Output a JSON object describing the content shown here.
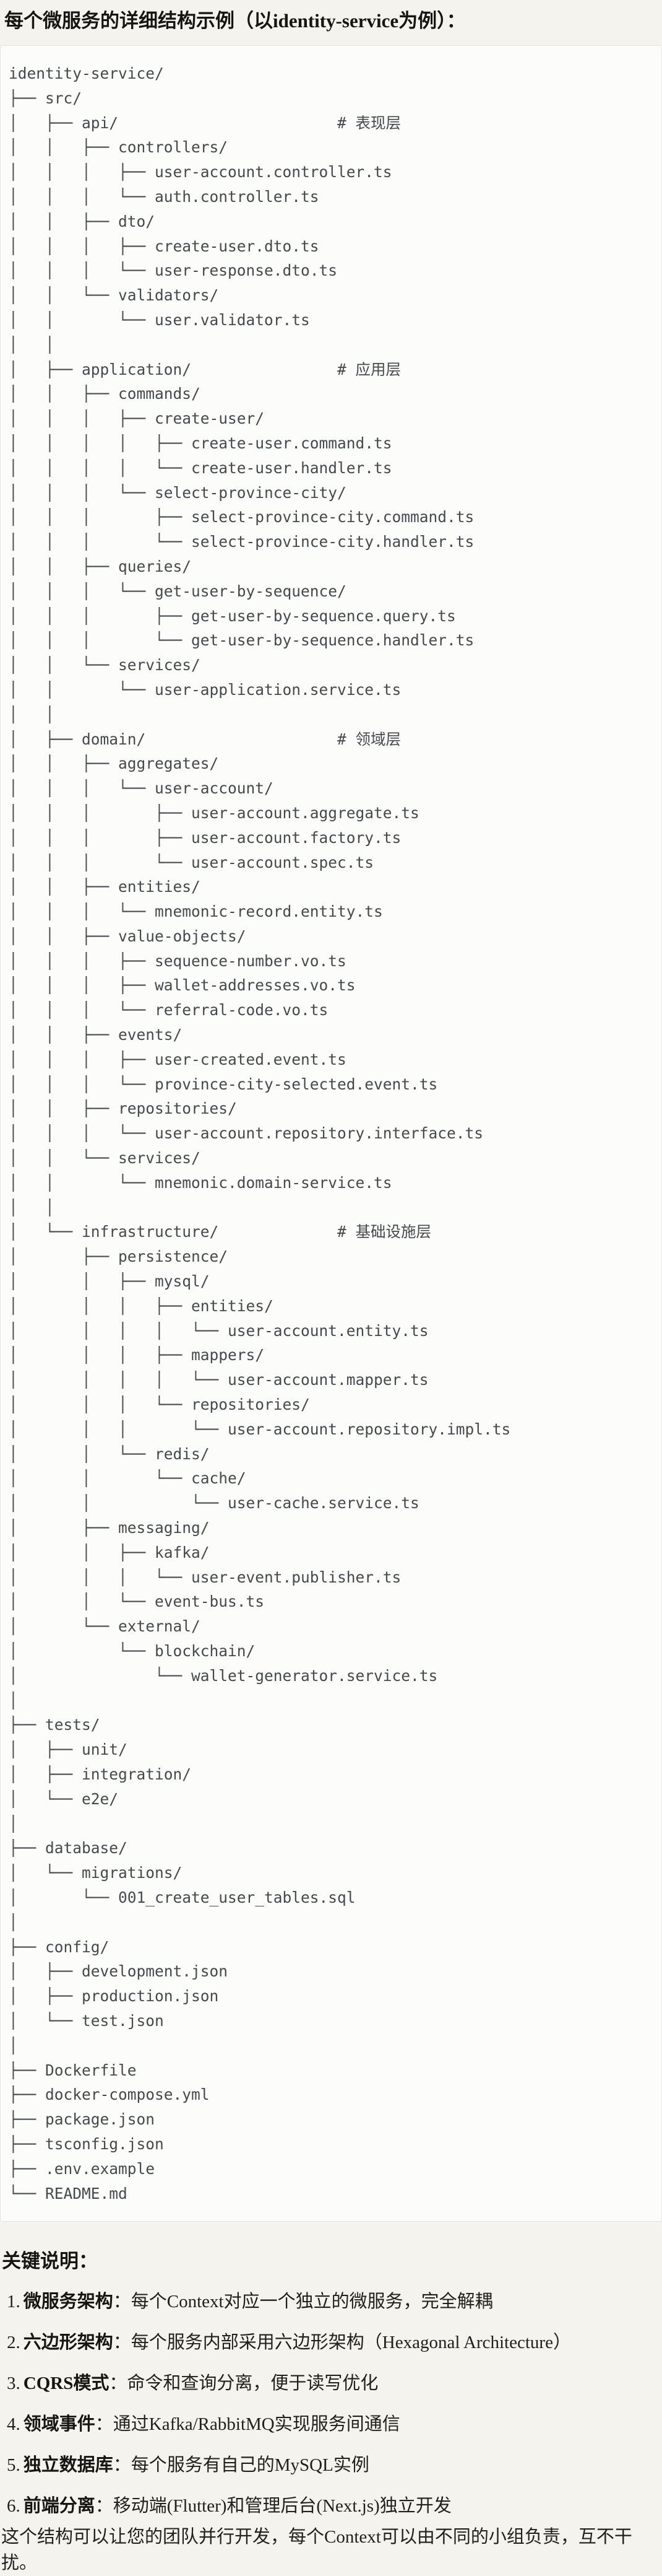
{
  "page": {
    "title": "每个微服务的详细结构示例（以identity-service为例）："
  },
  "tree": {
    "lines": [
      "identity-service/",
      "├── src/",
      "│   ├── api/                        # 表现层",
      "│   │   ├── controllers/",
      "│   │   │   ├── user-account.controller.ts",
      "│   │   │   └── auth.controller.ts",
      "│   │   ├── dto/",
      "│   │   │   ├── create-user.dto.ts",
      "│   │   │   └── user-response.dto.ts",
      "│   │   └── validators/",
      "│   │       └── user.validator.ts",
      "│   │",
      "│   ├── application/                # 应用层",
      "│   │   ├── commands/",
      "│   │   │   ├── create-user/",
      "│   │   │   │   ├── create-user.command.ts",
      "│   │   │   │   └── create-user.handler.ts",
      "│   │   │   └── select-province-city/",
      "│   │   │       ├── select-province-city.command.ts",
      "│   │   │       └── select-province-city.handler.ts",
      "│   │   ├── queries/",
      "│   │   │   └── get-user-by-sequence/",
      "│   │   │       ├── get-user-by-sequence.query.ts",
      "│   │   │       └── get-user-by-sequence.handler.ts",
      "│   │   └── services/",
      "│   │       └── user-application.service.ts",
      "│   │",
      "│   ├── domain/                     # 领域层",
      "│   │   ├── aggregates/",
      "│   │   │   └── user-account/",
      "│   │   │       ├── user-account.aggregate.ts",
      "│   │   │       ├── user-account.factory.ts",
      "│   │   │       └── user-account.spec.ts",
      "│   │   ├── entities/",
      "│   │   │   └── mnemonic-record.entity.ts",
      "│   │   ├── value-objects/",
      "│   │   │   ├── sequence-number.vo.ts",
      "│   │   │   ├── wallet-addresses.vo.ts",
      "│   │   │   └── referral-code.vo.ts",
      "│   │   ├── events/",
      "│   │   │   ├── user-created.event.ts",
      "│   │   │   └── province-city-selected.event.ts",
      "│   │   ├── repositories/",
      "│   │   │   └── user-account.repository.interface.ts",
      "│   │   └── services/",
      "│   │       └── mnemonic.domain-service.ts",
      "│   │",
      "│   └── infrastructure/             # 基础设施层",
      "│       ├── persistence/",
      "│       │   ├── mysql/",
      "│       │   │   ├── entities/",
      "│       │   │   │   └── user-account.entity.ts",
      "│       │   │   ├── mappers/",
      "│       │   │   │   └── user-account.mapper.ts",
      "│       │   │   └── repositories/",
      "│       │   │       └── user-account.repository.impl.ts",
      "│       │   └── redis/",
      "│       │       └── cache/",
      "│       │           └── user-cache.service.ts",
      "│       ├── messaging/",
      "│       │   ├── kafka/",
      "│       │   │   └── user-event.publisher.ts",
      "│       │   └── event-bus.ts",
      "│       └── external/",
      "│           └── blockchain/",
      "│               └── wallet-generator.service.ts",
      "│",
      "├── tests/",
      "│   ├── unit/",
      "│   ├── integration/",
      "│   └── e2e/",
      "│",
      "├── database/",
      "│   └── migrations/",
      "│       └── 001_create_user_tables.sql",
      "│",
      "├── config/",
      "│   ├── development.json",
      "│   ├── production.json",
      "│   └── test.json",
      "│",
      "├── Dockerfile",
      "├── docker-compose.yml",
      "├── package.json",
      "├── tsconfig.json",
      "├── .env.example",
      "└── README.md"
    ]
  },
  "notes": {
    "heading": "关键说明：",
    "items": [
      {
        "num": "1.",
        "term": "微服务架构",
        "desc": "：每个Context对应一个独立的微服务，完全解耦"
      },
      {
        "num": "2.",
        "term": "六边形架构",
        "desc": "：每个服务内部采用六边形架构（Hexagonal Architecture）"
      },
      {
        "num": "3.",
        "term": "CQRS模式",
        "desc": "：命令和查询分离，便于读写优化"
      },
      {
        "num": "4.",
        "term": "领域事件",
        "desc": "：通过Kafka/RabbitMQ实现服务间通信"
      },
      {
        "num": "5.",
        "term": "独立数据库",
        "desc": "：每个服务有自己的MySQL实例"
      },
      {
        "num": "6.",
        "term": "前端分离",
        "desc": "：移动端(Flutter)和管理后台(Next.js)独立开发"
      }
    ],
    "footer": "这个结构可以让您的团队并行开发，每个Context可以由不同的小组负责，互不干扰。"
  },
  "colors": {
    "page_background": "#f4f3ee",
    "code_background": "#fcfcfa",
    "code_border": "#e6e4de",
    "tree_text": "#45494e",
    "heading_text": "#161512"
  }
}
